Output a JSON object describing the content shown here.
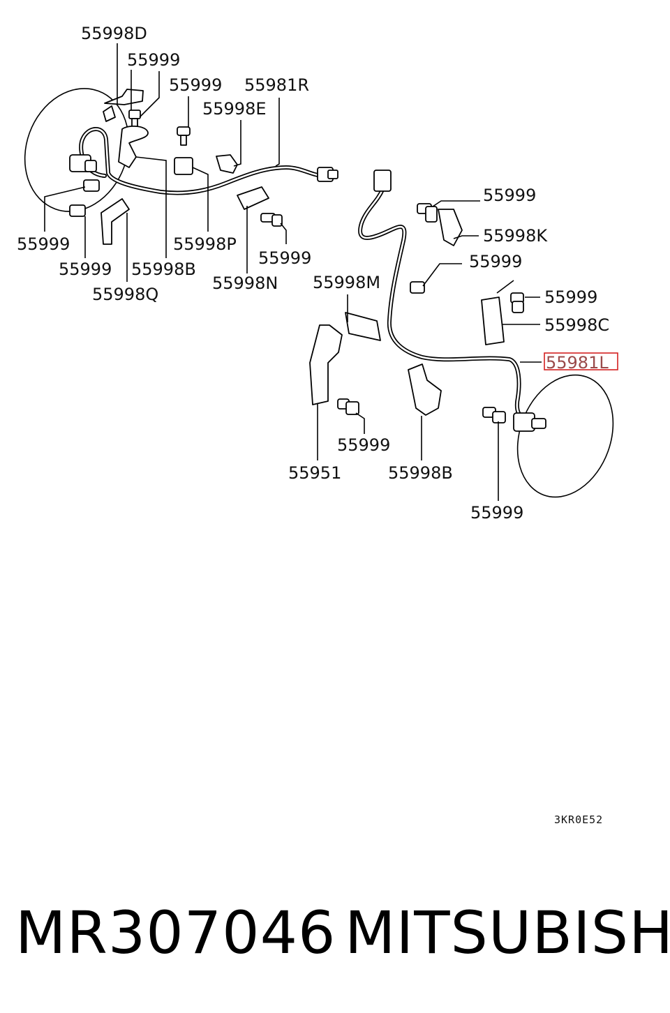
{
  "callouts": {
    "c01": "55998D",
    "c02": "55999",
    "c03": "55999",
    "c04": "55981R",
    "c05": "55998E",
    "c06": "55999",
    "c07": "55998P",
    "c08": "55999",
    "c09": "55998B",
    "c10": "55998Q",
    "c11": "55999",
    "c12": "55998N",
    "c13": "55998M",
    "c14": "55999",
    "c15": "55998K",
    "c16": "55999",
    "c17": "55999",
    "c18": "55998C",
    "c19": "55981L",
    "c20": "55999",
    "c21": "55951",
    "c22": "55998B",
    "c23": "55999"
  },
  "highlight_color": "#d42020",
  "drawing_code": "3KR0E52",
  "footer": {
    "part_number": "MR307046",
    "brand": "MITSUBISHI"
  }
}
